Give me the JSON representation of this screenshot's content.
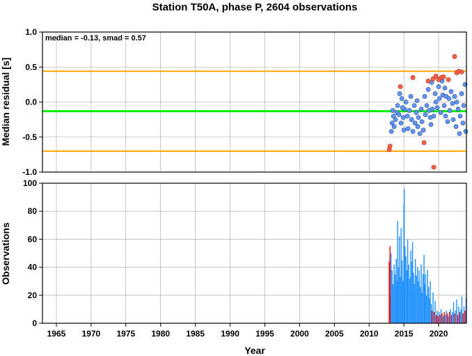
{
  "chart_data": [
    {
      "type": "scatter",
      "title": "Station T50A, phase P, 2604 observations",
      "ylabel": "Median residual [s]",
      "xlim": [
        1963,
        2024
      ],
      "ylim": [
        -1.0,
        1.0
      ],
      "yticks": [
        "-1.0",
        "-0.5",
        "0.0",
        "0.5",
        "1.0"
      ],
      "annotation": "median = -0.13, smad = 0.57",
      "grid": true,
      "lines": [
        {
          "y": -0.13,
          "color": "#00ee00"
        },
        {
          "y": 0.44,
          "color": "#ffa500"
        },
        {
          "y": -0.7,
          "color": "#ffa500"
        }
      ],
      "colors": {
        "inlier": "#6495ed",
        "outlier": "#ff6347"
      },
      "inliers": [
        [
          2013.2,
          -0.42
        ],
        [
          2013.3,
          -0.3
        ],
        [
          2013.5,
          -0.2
        ],
        [
          2013.6,
          -0.35
        ],
        [
          2013.8,
          -0.25
        ],
        [
          2014.0,
          -0.15
        ],
        [
          2014.1,
          -0.05
        ],
        [
          2014.3,
          -0.18
        ],
        [
          2014.4,
          0.12
        ],
        [
          2014.6,
          -0.3
        ],
        [
          2014.7,
          0.05
        ],
        [
          2014.9,
          -0.22
        ],
        [
          2015.0,
          -0.4
        ],
        [
          2015.1,
          -0.1
        ],
        [
          2015.3,
          0.0
        ],
        [
          2015.5,
          -0.2
        ],
        [
          2015.6,
          -0.38
        ],
        [
          2015.8,
          -0.12
        ],
        [
          2016.0,
          0.08
        ],
        [
          2016.1,
          -0.25
        ],
        [
          2016.3,
          -0.42
        ],
        [
          2016.5,
          -0.05
        ],
        [
          2016.6,
          -0.3
        ],
        [
          2016.8,
          -0.15
        ],
        [
          2017.0,
          -0.35
        ],
        [
          2017.1,
          -0.22
        ],
        [
          2017.3,
          -0.45
        ],
        [
          2017.5,
          -0.1
        ],
        [
          2017.6,
          -0.28
        ],
        [
          2017.8,
          -0.4
        ],
        [
          2018.0,
          0.08
        ],
        [
          2018.1,
          -0.18
        ],
        [
          2018.3,
          -0.05
        ],
        [
          2018.5,
          0.18
        ],
        [
          2018.6,
          -0.12
        ],
        [
          2018.8,
          -0.22
        ],
        [
          2019.0,
          0.28
        ],
        [
          2019.1,
          -0.1
        ],
        [
          2019.3,
          -0.2
        ],
        [
          2019.5,
          0.12
        ],
        [
          2019.6,
          0.0
        ],
        [
          2019.8,
          -0.08
        ],
        [
          2020.0,
          0.22
        ],
        [
          2020.1,
          0.05
        ],
        [
          2020.3,
          -0.15
        ],
        [
          2020.5,
          0.3
        ],
        [
          2020.6,
          0.1
        ],
        [
          2020.8,
          -0.05
        ],
        [
          2021.0,
          -0.2
        ],
        [
          2021.1,
          0.08
        ],
        [
          2021.3,
          -0.28
        ],
        [
          2021.5,
          0.05
        ],
        [
          2021.6,
          -0.12
        ],
        [
          2021.8,
          0.15
        ],
        [
          2022.0,
          -0.02
        ],
        [
          2022.1,
          -0.25
        ],
        [
          2022.3,
          0.08
        ],
        [
          2022.5,
          -0.35
        ],
        [
          2022.6,
          0.0
        ],
        [
          2022.8,
          -0.1
        ],
        [
          2023.0,
          -0.45
        ],
        [
          2023.1,
          -0.2
        ],
        [
          2023.3,
          0.12
        ],
        [
          2023.5,
          -0.3
        ],
        [
          2023.6,
          -0.05
        ],
        [
          2023.8,
          0.25
        ],
        [
          2023.9,
          -0.42
        ],
        [
          2013.4,
          -0.12
        ],
        [
          2014.8,
          -0.08
        ],
        [
          2016.9,
          0.02
        ],
        [
          2018.9,
          -0.32
        ],
        [
          2020.9,
          0.2
        ]
      ],
      "outliers": [
        [
          2012.9,
          -0.68
        ],
        [
          2013.0,
          -0.63
        ],
        [
          2014.5,
          0.22
        ],
        [
          2016.3,
          0.35
        ],
        [
          2017.9,
          -0.58
        ],
        [
          2019.3,
          -0.93
        ],
        [
          2018.5,
          0.3
        ],
        [
          2019.2,
          0.33
        ],
        [
          2019.6,
          0.37
        ],
        [
          2020.0,
          0.32
        ],
        [
          2020.4,
          0.35
        ],
        [
          2020.7,
          0.36
        ],
        [
          2021.4,
          0.32
        ],
        [
          2022.3,
          0.65
        ],
        [
          2022.6,
          0.42
        ],
        [
          2022.9,
          0.44
        ],
        [
          2023.3,
          0.43
        ]
      ]
    },
    {
      "type": "bar",
      "xlabel": "Year",
      "ylabel": "Observations",
      "xlim": [
        1963,
        2024
      ],
      "ylim": [
        0,
        100
      ],
      "xticks": [
        "1965",
        "1970",
        "1975",
        "1980",
        "1985",
        "1990",
        "1995",
        "2000",
        "2005",
        "2010",
        "2015",
        "2020"
      ],
      "yticks": [
        "0",
        "20",
        "40",
        "60",
        "80",
        "100"
      ],
      "grid": true,
      "colors": {
        "main": "#1e90ff",
        "flagged": "#ff0000"
      },
      "values": [
        [
          2012.9,
          44,
          "flagged"
        ],
        [
          2013.0,
          55,
          "flagged"
        ],
        [
          2013.05,
          20,
          "flagged"
        ],
        [
          2013.15,
          50,
          "main"
        ],
        [
          2013.3,
          38,
          "main"
        ],
        [
          2013.45,
          28,
          "main"
        ],
        [
          2013.6,
          42,
          "main"
        ],
        [
          2013.75,
          35,
          "main"
        ],
        [
          2013.9,
          46,
          "main"
        ],
        [
          2014.0,
          30,
          "main"
        ],
        [
          2014.1,
          73,
          "main"
        ],
        [
          2014.2,
          40,
          "main"
        ],
        [
          2014.35,
          62,
          "main"
        ],
        [
          2014.5,
          33,
          "main"
        ],
        [
          2014.6,
          68,
          "main"
        ],
        [
          2014.75,
          45,
          "main"
        ],
        [
          2014.85,
          30,
          "main"
        ],
        [
          2015.0,
          85,
          "main"
        ],
        [
          2015.05,
          96,
          "main"
        ],
        [
          2015.15,
          55,
          "main"
        ],
        [
          2015.3,
          48,
          "main"
        ],
        [
          2015.45,
          38,
          "main"
        ],
        [
          2015.55,
          60,
          "main"
        ],
        [
          2015.7,
          42,
          "main"
        ],
        [
          2015.85,
          32,
          "main"
        ],
        [
          2016.0,
          52,
          "main"
        ],
        [
          2016.1,
          44,
          "main"
        ],
        [
          2016.25,
          58,
          "main"
        ],
        [
          2016.4,
          36,
          "main"
        ],
        [
          2016.5,
          28,
          "main"
        ],
        [
          2016.65,
          46,
          "main"
        ],
        [
          2016.8,
          34,
          "main"
        ],
        [
          2016.95,
          40,
          "main"
        ],
        [
          2017.1,
          30,
          "main"
        ],
        [
          2017.2,
          38,
          "main"
        ],
        [
          2017.35,
          26,
          "main"
        ],
        [
          2017.5,
          42,
          "main"
        ],
        [
          2017.6,
          22,
          "main"
        ],
        [
          2017.75,
          35,
          "main"
        ],
        [
          2017.9,
          49,
          "main"
        ],
        [
          2018.0,
          28,
          "main"
        ],
        [
          2018.1,
          35,
          "main"
        ],
        [
          2018.25,
          20,
          "main"
        ],
        [
          2018.4,
          38,
          "main"
        ],
        [
          2018.55,
          26,
          "main"
        ],
        [
          2018.65,
          18,
          "main"
        ],
        [
          2018.8,
          30,
          "main"
        ],
        [
          2018.95,
          14,
          "main"
        ],
        [
          2019.05,
          9,
          "flagged"
        ],
        [
          2019.2,
          22,
          "main"
        ],
        [
          2019.35,
          8,
          "flagged"
        ],
        [
          2019.5,
          16,
          "main"
        ],
        [
          2019.65,
          6,
          "flagged"
        ],
        [
          2019.8,
          9,
          "main"
        ],
        [
          2019.9,
          5,
          "flagged"
        ],
        [
          2020.05,
          8,
          "main"
        ],
        [
          2020.2,
          6,
          "flagged"
        ],
        [
          2020.35,
          10,
          "main"
        ],
        [
          2020.5,
          7,
          "flagged"
        ],
        [
          2020.65,
          5,
          "main"
        ],
        [
          2020.8,
          8,
          "flagged"
        ],
        [
          2020.95,
          6,
          "main"
        ],
        [
          2021.1,
          9,
          "main"
        ],
        [
          2021.25,
          7,
          "flagged"
        ],
        [
          2021.4,
          5,
          "main"
        ],
        [
          2021.55,
          8,
          "flagged"
        ],
        [
          2021.7,
          10,
          "main"
        ],
        [
          2021.85,
          6,
          "flagged"
        ],
        [
          2022.0,
          8,
          "main"
        ],
        [
          2022.15,
          15,
          "main"
        ],
        [
          2022.3,
          7,
          "flagged"
        ],
        [
          2022.45,
          9,
          "main"
        ],
        [
          2022.6,
          17,
          "main"
        ],
        [
          2022.75,
          6,
          "flagged"
        ],
        [
          2022.9,
          12,
          "main"
        ],
        [
          2023.05,
          8,
          "flagged"
        ],
        [
          2023.2,
          10,
          "main"
        ],
        [
          2023.35,
          19,
          "main"
        ],
        [
          2023.5,
          7,
          "flagged"
        ],
        [
          2023.65,
          12,
          "main"
        ],
        [
          2023.8,
          9,
          "flagged"
        ],
        [
          2023.95,
          18,
          "main"
        ]
      ]
    }
  ]
}
